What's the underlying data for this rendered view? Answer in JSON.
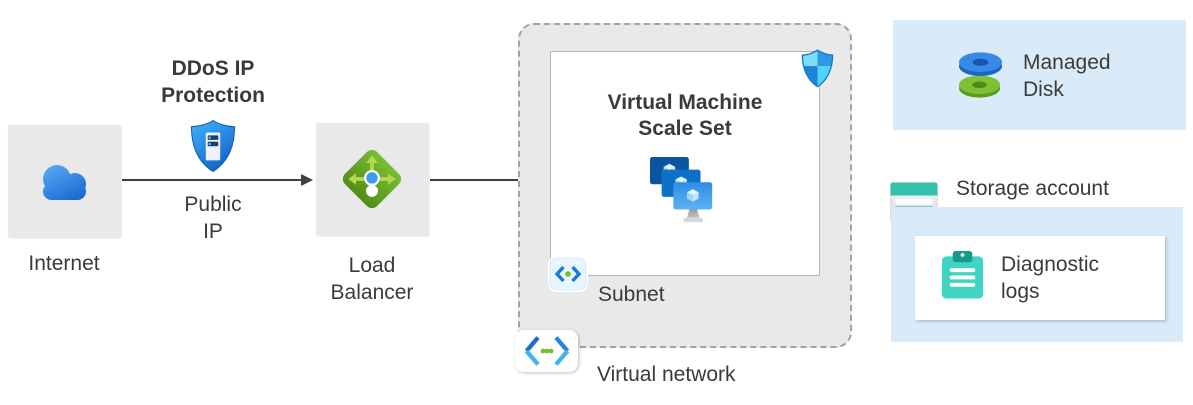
{
  "diagram_type": "azure-architecture",
  "nodes": {
    "internet": {
      "label": "Internet",
      "icon": "cloud-icon"
    },
    "public_ip": {
      "title": "DDoS IP\nProtection",
      "label": "Public\nIP",
      "icon": "ddos-protection-shield-icon"
    },
    "load_balancer": {
      "label": "Load\nBalancer",
      "icon": "load-balancer-icon"
    },
    "virtual_network": {
      "label": "Virtual network",
      "icon": "virtual-network-icon"
    },
    "subnet": {
      "label": "Subnet",
      "icon": "subnet-icon"
    },
    "vm_scale_set": {
      "title": "Virtual Machine\nScale Set",
      "icon": "vm-scale-set-icon",
      "badge_icon": "defender-shield-icon"
    },
    "managed_disk": {
      "label": "Managed\nDisk",
      "icon": "managed-disk-icon"
    },
    "storage_account": {
      "label": "Storage account",
      "icon": "storage-account-icon"
    },
    "diagnostic_logs": {
      "label": "Diagnostic\nlogs",
      "icon": "diagnostic-logs-clipboard-icon"
    }
  },
  "edges": [
    {
      "from": "internet",
      "to": "load_balancer",
      "via": "public_ip"
    },
    {
      "from": "load_balancer",
      "to": "vm_scale_set"
    }
  ],
  "colors": {
    "node_box_gray": "#e9e9e9",
    "card_light_blue": "#d9eaf8",
    "dashed_border": "#a3a3a3",
    "arrow": "#3f3f3f",
    "text": "#3a3a3a",
    "azure_blue": "#2b87e0",
    "teal": "#3fd4c3",
    "green": "#76bc2d"
  }
}
